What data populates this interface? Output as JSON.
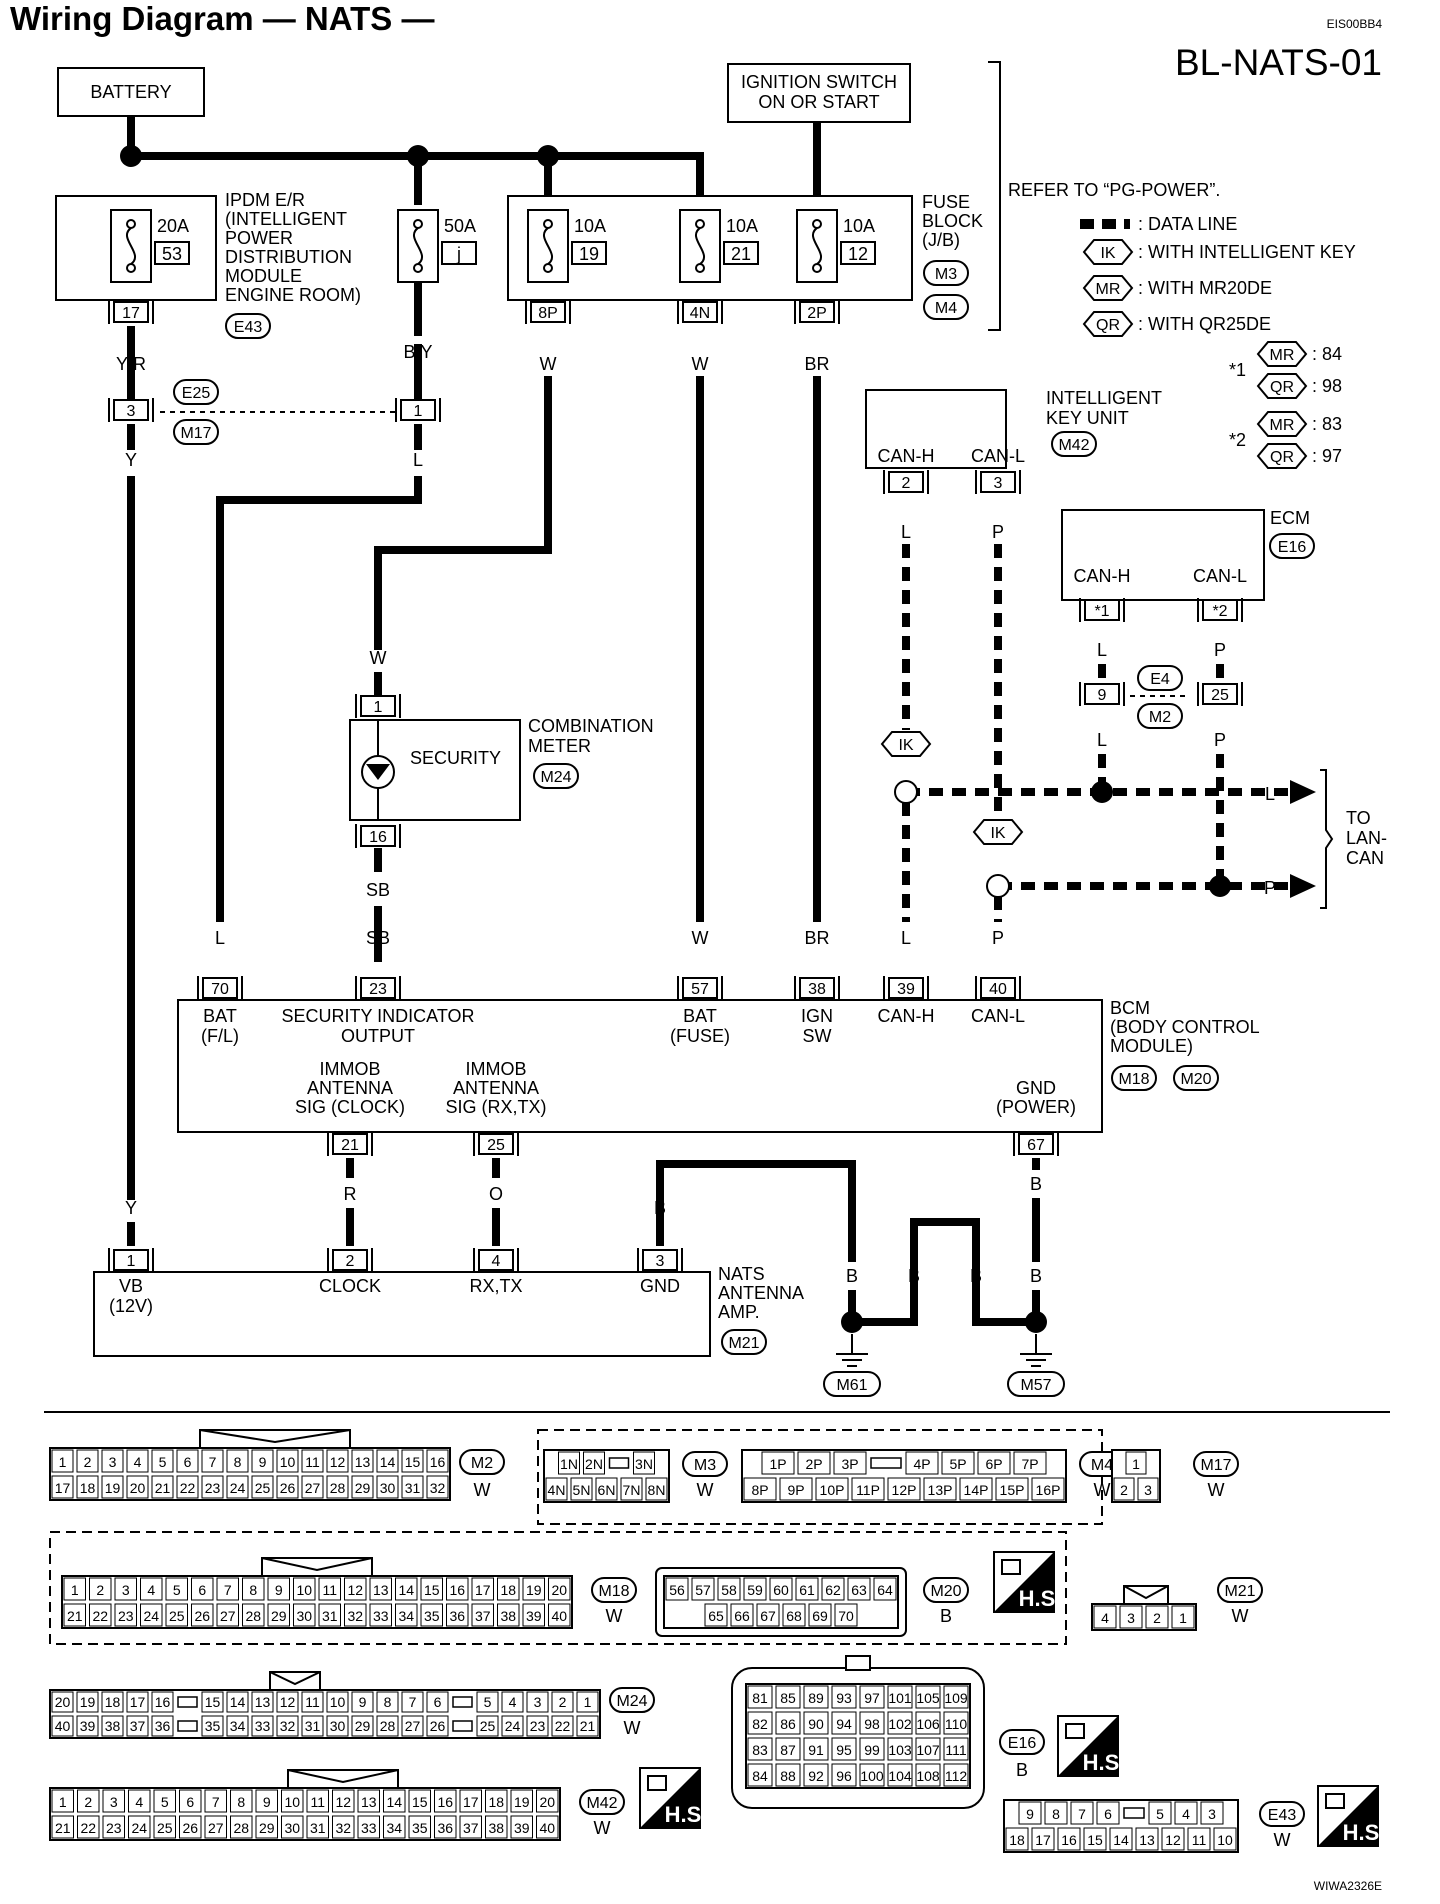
{
  "header": {
    "title": "Wiring Diagram — NATS —",
    "code": "EIS00BB4",
    "page_id": "BL-NATS-01",
    "figure_id": "WIWA2326E"
  },
  "power": {
    "battery": "BATTERY",
    "ignition": [
      "IGNITION SWITCH",
      "ON OR START"
    ],
    "ipdm": [
      "IPDM E/R",
      "(INTELLIGENT",
      "POWER",
      "DISTRIBUTION",
      "MODULE",
      "ENGINE ROOM)"
    ],
    "ipdm_connector": "E43",
    "fuse_block": [
      "FUSE",
      "BLOCK",
      "(J/B)"
    ],
    "fuse_block_connectors": [
      "M3",
      "M4"
    ],
    "refer": "REFER TO “PG-POWER”.",
    "fuses": [
      {
        "amp": "20A",
        "num": "53",
        "pin": "17",
        "wire": "Y/R"
      },
      {
        "amp": "50A",
        "num": "j",
        "pin": "",
        "wire": "B/Y"
      },
      {
        "amp": "10A",
        "num": "19",
        "pin": "8P",
        "wire": "W"
      },
      {
        "amp": "10A",
        "num": "21",
        "pin": "4N",
        "wire": "W"
      },
      {
        "amp": "10A",
        "num": "12",
        "pin": "2P",
        "wire": "BR"
      }
    ]
  },
  "legend": {
    "data_line": ": DATA LINE",
    "items": [
      {
        "code": "IK",
        "text": ": WITH INTELLIGENT KEY"
      },
      {
        "code": "MR",
        "text": ": WITH MR20DE"
      },
      {
        "code": "QR",
        "text": ": WITH QR25DE"
      }
    ],
    "notes": [
      {
        "mark": "*1",
        "rows": [
          {
            "code": "MR",
            "val": ": 84"
          },
          {
            "code": "QR",
            "val": ": 98"
          }
        ]
      },
      {
        "mark": "*2",
        "rows": [
          {
            "code": "MR",
            "val": ": 83"
          },
          {
            "code": "QR",
            "val": ": 97"
          }
        ]
      }
    ]
  },
  "joint": {
    "connectors": [
      "E25",
      "M17"
    ],
    "pins": [
      "3",
      "1"
    ],
    "wires": [
      "Y",
      "L"
    ]
  },
  "meter": {
    "name": [
      "COMBINATION",
      "METER"
    ],
    "connector": "M24",
    "inner": "SECURITY",
    "pin_in": "1",
    "pin_out": "16",
    "wire_in": "W",
    "wire_out": "SB"
  },
  "ikey": {
    "name": [
      "INTELLIGENT",
      "KEY UNIT"
    ],
    "connector": "M42",
    "pins": [
      {
        "label": "CAN-H",
        "pin": "2",
        "wire": "L"
      },
      {
        "label": "CAN-L",
        "pin": "3",
        "wire": "P"
      }
    ]
  },
  "ecm": {
    "name": "ECM",
    "connector": "E16",
    "pins": [
      {
        "label": "CAN-H",
        "pin": "*1",
        "wire": "L"
      },
      {
        "label": "CAN-L",
        "pin": "*2",
        "wire": "P"
      }
    ]
  },
  "e4": {
    "connectors": [
      "E4",
      "M2"
    ],
    "pins": [
      "9",
      "25"
    ],
    "wires": [
      "L",
      "P"
    ]
  },
  "ik_tags": [
    "IK",
    "IK"
  ],
  "lancan": {
    "label": [
      "TO",
      "LAN-",
      "CAN"
    ],
    "wires": [
      "L",
      "P"
    ]
  },
  "bcm": {
    "name": [
      "BCM",
      "(BODY CONTROL",
      "MODULE)"
    ],
    "connectors": [
      "M18",
      "M20"
    ],
    "top_pins": [
      {
        "pin": "70",
        "wire": "L",
        "label": [
          "BAT",
          "(F/L)"
        ]
      },
      {
        "pin": "23",
        "wire": "SB",
        "label": [
          "SECURITY INDICATOR",
          "OUTPUT"
        ]
      },
      {
        "pin": "57",
        "wire": "W",
        "label": [
          "BAT",
          "(FUSE)"
        ]
      },
      {
        "pin": "38",
        "wire": "BR",
        "label": [
          "IGN",
          "SW"
        ]
      },
      {
        "pin": "39",
        "wire": "L",
        "label": [
          "CAN-H",
          ""
        ]
      },
      {
        "pin": "40",
        "wire": "P",
        "label": [
          "CAN-L",
          ""
        ]
      }
    ],
    "bottom_pins": [
      {
        "pin": "21",
        "wire": "R",
        "label": [
          "IMMOB",
          "ANTENNA",
          "SIG (CLOCK)"
        ]
      },
      {
        "pin": "25",
        "wire": "O",
        "label": [
          "IMMOB",
          "ANTENNA",
          "SIG (RX,TX)"
        ]
      },
      {
        "pin": "67",
        "wire": "B",
        "label": [
          "GND",
          "(POWER)"
        ]
      }
    ]
  },
  "nats": {
    "name": [
      "NATS",
      "ANTENNA",
      "AMP."
    ],
    "connector": "M21",
    "pins": [
      {
        "pin": "1",
        "wire": "Y",
        "label": [
          "VB",
          "(12V)"
        ]
      },
      {
        "pin": "2",
        "wire": "R",
        "label": [
          "CLOCK",
          ""
        ]
      },
      {
        "pin": "4",
        "wire": "O",
        "label": [
          "RX,TX",
          ""
        ]
      },
      {
        "pin": "3",
        "wire": "B",
        "label": [
          "GND",
          ""
        ]
      }
    ]
  },
  "grounds": {
    "labels": [
      "M61",
      "M57"
    ],
    "wires": [
      "B",
      "B",
      "B",
      "B"
    ]
  },
  "connectors": {
    "M2": {
      "id": "M2",
      "color": "W",
      "rows": [
        [
          "1",
          "2",
          "3",
          "4",
          "5",
          "6",
          "7",
          "8",
          "9",
          "10",
          "11",
          "12",
          "13",
          "14",
          "15",
          "16"
        ],
        [
          "17",
          "18",
          "19",
          "20",
          "21",
          "22",
          "23",
          "24",
          "25",
          "26",
          "27",
          "28",
          "29",
          "30",
          "31",
          "32"
        ]
      ]
    },
    "M3": {
      "id": "M3",
      "color": "W",
      "rows": [
        [
          "1N",
          "2N",
          "",
          "3N"
        ],
        [
          "4N",
          "5N",
          "6N",
          "7N",
          "8N"
        ]
      ]
    },
    "M4": {
      "id": "M4",
      "color": "W",
      "rows": [
        [
          "1P",
          "2P",
          "3P",
          "",
          "4P",
          "5P",
          "6P",
          "7P"
        ],
        [
          "8P",
          "9P",
          "10P",
          "11P",
          "12P",
          "13P",
          "14P",
          "15P",
          "16P"
        ]
      ]
    },
    "M17": {
      "id": "M17",
      "color": "W",
      "rows": [
        [
          "1"
        ],
        [
          "2",
          "3"
        ]
      ]
    },
    "M18": {
      "id": "M18",
      "color": "W",
      "rows": [
        [
          "1",
          "2",
          "3",
          "4",
          "5",
          "6",
          "7",
          "8",
          "9",
          "10",
          "11",
          "12",
          "13",
          "14",
          "15",
          "16",
          "17",
          "18",
          "19",
          "20"
        ],
        [
          "21",
          "22",
          "23",
          "24",
          "25",
          "26",
          "27",
          "28",
          "29",
          "30",
          "31",
          "32",
          "33",
          "34",
          "35",
          "36",
          "37",
          "38",
          "39",
          "40"
        ]
      ]
    },
    "M20": {
      "id": "M20",
      "color": "B",
      "rows": [
        [
          "56",
          "57",
          "58",
          "59",
          "60",
          "61",
          "62",
          "63",
          "64"
        ],
        [
          "65",
          "66",
          "67",
          "68",
          "69",
          "70"
        ]
      ]
    },
    "M21": {
      "id": "M21",
      "color": "W",
      "rows": [
        [
          "4",
          "3",
          "2",
          "1"
        ]
      ]
    },
    "M24": {
      "id": "M24",
      "color": "W",
      "rows": [
        [
          "20",
          "19",
          "18",
          "17",
          "16",
          "",
          "15",
          "14",
          "13",
          "12",
          "11",
          "10",
          "9",
          "8",
          "7",
          "6",
          "",
          "5",
          "4",
          "3",
          "2",
          "1"
        ],
        [
          "40",
          "39",
          "38",
          "37",
          "36",
          "",
          "35",
          "34",
          "33",
          "32",
          "31",
          "30",
          "29",
          "28",
          "27",
          "26",
          "",
          "25",
          "24",
          "23",
          "22",
          "21"
        ]
      ]
    },
    "E16": {
      "id": "E16",
      "color": "B",
      "rows": [
        [
          "81",
          "85",
          "89",
          "93",
          "97",
          "101",
          "105",
          "109"
        ],
        [
          "82",
          "86",
          "90",
          "94",
          "98",
          "102",
          "106",
          "110"
        ],
        [
          "83",
          "87",
          "91",
          "95",
          "99",
          "103",
          "107",
          "111"
        ],
        [
          "84",
          "88",
          "92",
          "96",
          "100",
          "104",
          "108",
          "112"
        ]
      ]
    },
    "M42": {
      "id": "M42",
      "color": "W",
      "rows": [
        [
          "1",
          "2",
          "3",
          "4",
          "5",
          "6",
          "7",
          "8",
          "9",
          "10",
          "11",
          "12",
          "13",
          "14",
          "15",
          "16",
          "17",
          "18",
          "19",
          "20"
        ],
        [
          "21",
          "22",
          "23",
          "24",
          "25",
          "26",
          "27",
          "28",
          "29",
          "30",
          "31",
          "32",
          "33",
          "34",
          "35",
          "36",
          "37",
          "38",
          "39",
          "40"
        ]
      ]
    },
    "E43": {
      "id": "E43",
      "color": "W",
      "rows": [
        [
          "9",
          "8",
          "7",
          "6",
          "",
          "5",
          "4",
          "3"
        ],
        [
          "18",
          "17",
          "16",
          "15",
          "14",
          "13",
          "12",
          "11",
          "10"
        ]
      ]
    },
    "hs_label": "H.S."
  }
}
